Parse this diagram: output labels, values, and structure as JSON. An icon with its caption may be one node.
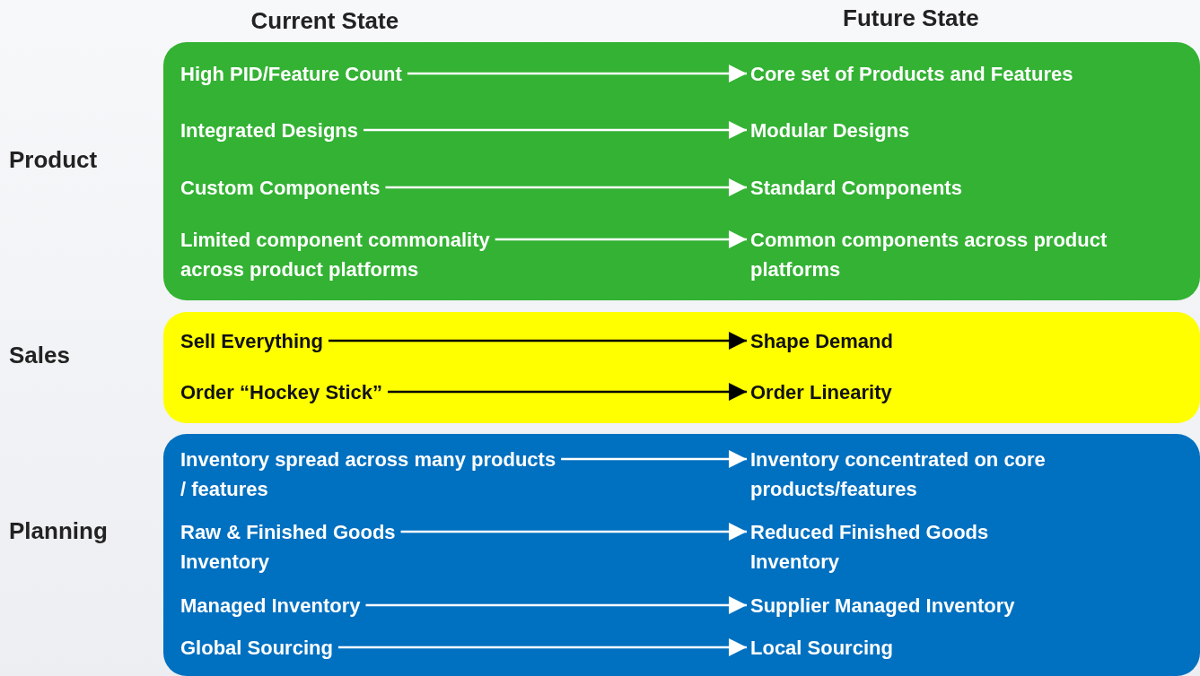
{
  "diagram": {
    "nodes": [
      {
        "text": [
          "Product"
        ]
      },
      {
        "text": [
          "High PID/Feature Count"
        ],
        "in": 0
      },
      {
        "text": [
          "Core set of Products and Features"
        ],
        "in": 0
      },
      {
        "text": [
          "Integrated Designs"
        ],
        "in": 0
      },
      {
        "text": [
          "Modular Designs"
        ],
        "in": 0
      },
      {
        "text": [
          "Custom Components"
        ],
        "in": 0
      },
      {
        "text": [
          "Standard Components"
        ],
        "in": 0
      },
      {
        "text": [
          "Limited component commonality across product platforms"
        ],
        "in": 0
      },
      {
        "text": [
          "Common components across product platforms"
        ],
        "in": 0
      },
      {
        "text": [
          "Sales"
        ]
      },
      {
        "text": [
          "Sell Everything"
        ],
        "in": 9
      },
      {
        "text": [
          "Shape Demand"
        ],
        "in": 9
      },
      {
        "text": [
          "Order “Hockey Stick”"
        ],
        "in": 9
      },
      {
        "text": [
          "Order Linearity"
        ],
        "in": 9
      },
      {
        "text": [
          "Planning"
        ]
      },
      {
        "text": [
          "Inventory spread across many products / features"
        ],
        "in": 14
      },
      {
        "text": [
          "Inventory concentrated on core products/features"
        ],
        "in": 14
      },
      {
        "text": [
          "Raw & Finished Goods Inventory"
        ],
        "in": 14
      },
      {
        "text": [
          "Reduced Finished Goods Inventory"
        ],
        "in": 14
      },
      {
        "text": [
          "Managed Inventory"
        ],
        "in": 14
      },
      {
        "text": [
          "Supplier Managed Inventory"
        ],
        "in": 14
      },
      {
        "text": [
          "Global Sourcing"
        ],
        "in": 14
      },
      {
        "text": [
          "Local Sourcing"
        ],
        "in": 14
      }
    ],
    "edges": [
      {
        "from": 1,
        "to": 2,
        "arrow": "to"
      },
      {
        "from": 3,
        "to": 4,
        "arrow": "to"
      },
      {
        "from": 5,
        "to": 6,
        "arrow": "to"
      },
      {
        "from": 7,
        "to": 8,
        "arrow": "to"
      },
      {
        "from": 10,
        "to": 11,
        "arrow": "to",
        "color": "#000000"
      },
      {
        "from": 12,
        "to": 13,
        "arrow": "to",
        "color": "#000000"
      },
      {
        "from": 15,
        "to": 16,
        "arrow": "to"
      },
      {
        "from": 17,
        "to": 18,
        "arrow": "to"
      },
      {
        "from": 19,
        "to": 20,
        "arrow": "to"
      },
      {
        "from": 21,
        "to": 22,
        "arrow": "to"
      }
    ],
    "labels": [
      "Current State",
      "Future State"
    ]
  }
}
